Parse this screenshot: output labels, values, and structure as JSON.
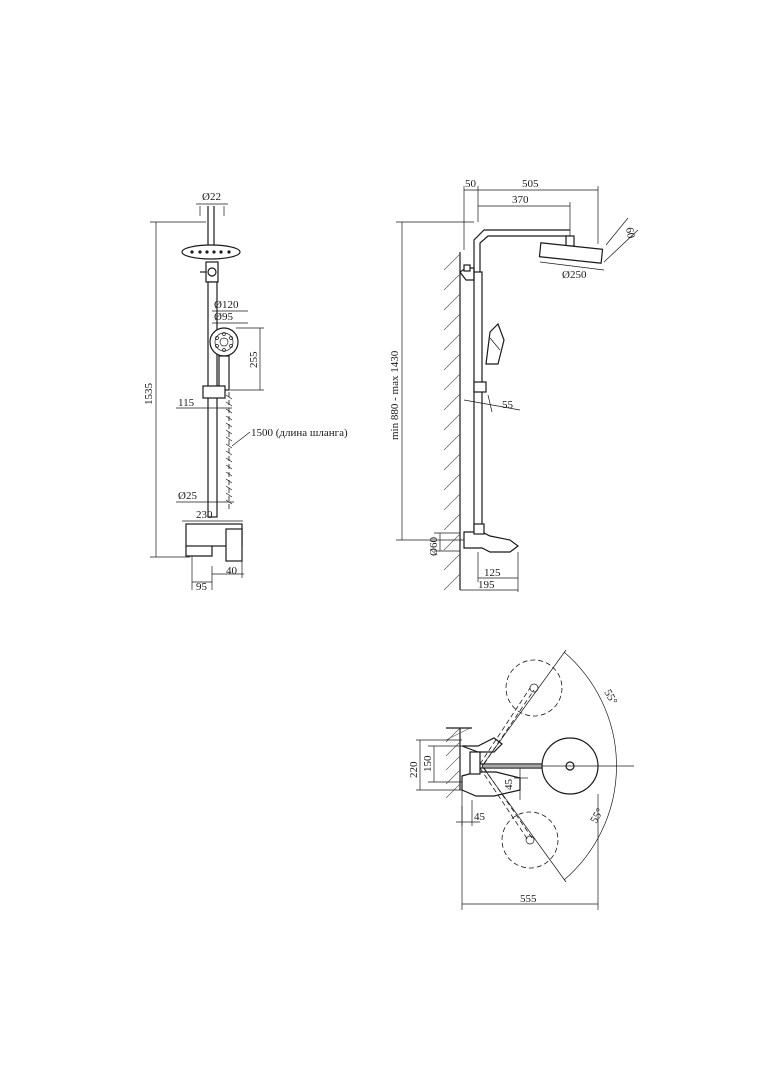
{
  "front_view": {
    "dim_top_diameter": "Ø22",
    "dim_total_height": "1535",
    "dim_handshower_outer": "Ø120",
    "dim_handshower_inner": "Ø95",
    "dim_handshower_height": "255",
    "dim_holder_offset": "115",
    "dim_hose": "1500 (длина шланга)",
    "dim_bar_diameter": "Ø25",
    "dim_mixer_width": "230",
    "dim_mixer_left": "95",
    "dim_mixer_right": "40"
  },
  "side_view": {
    "dim_wall_offset": "50",
    "dim_arm_total": "505",
    "dim_arm": "370",
    "dim_head_thickness": "60",
    "dim_head_diameter": "Ø250",
    "dim_height_range": "min 880 - max 1430",
    "dim_holder": "55",
    "dim_pipe": "Ø60",
    "dim_spout": "125",
    "dim_base": "195"
  },
  "top_view": {
    "dim_angle_upper": "55°",
    "dim_angle_lower": "55°",
    "dim_plate_outer": "220",
    "dim_plate_inner": "150",
    "dim_side_upper": "45",
    "dim_side_lower": "45",
    "dim_reach": "555"
  }
}
